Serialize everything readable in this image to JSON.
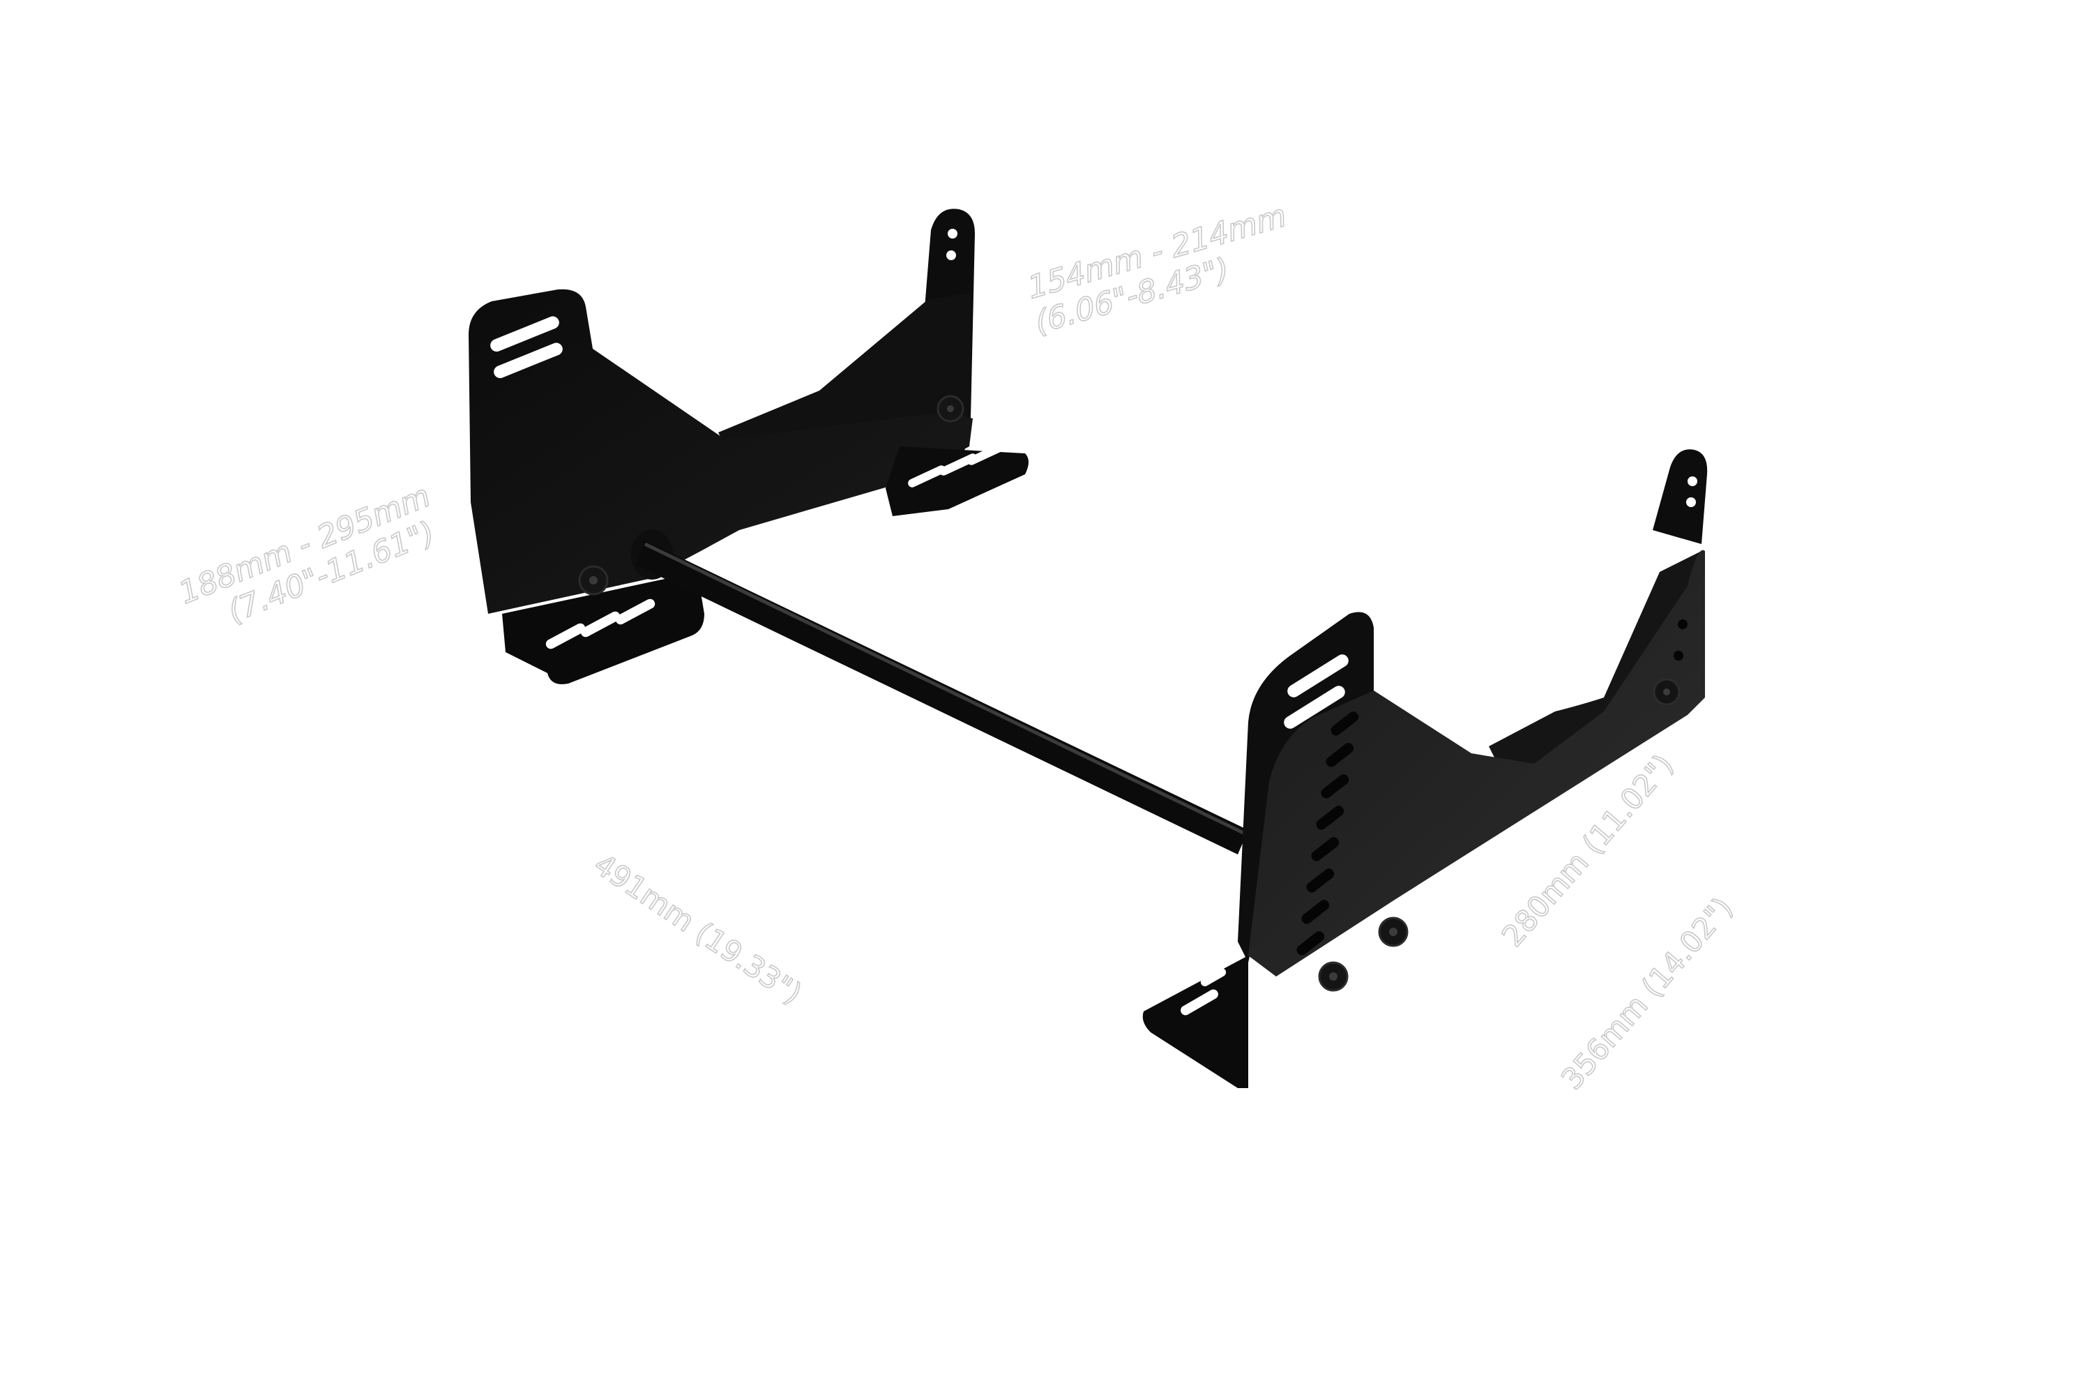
{
  "image": {
    "subject": "seat bracket mount (side mounts with crossbar)",
    "background_color": "#ffffff",
    "bracket_color": "#111111",
    "annotation_color": "#c9c9c9"
  },
  "dimensions": {
    "top_height_range": {
      "line1": "154mm - 214mm",
      "line2": "(6.06\"-8.43\")"
    },
    "left_height_range": {
      "line1": "188mm - 295mm",
      "line2": "(7.40\"-11.61\")"
    },
    "crossbar_width": {
      "label": "491mm (19.33\")"
    },
    "side_length_inner": {
      "label": "280mm (11.02\")"
    },
    "side_length_outer": {
      "label": "356mm (14.02\")"
    }
  }
}
